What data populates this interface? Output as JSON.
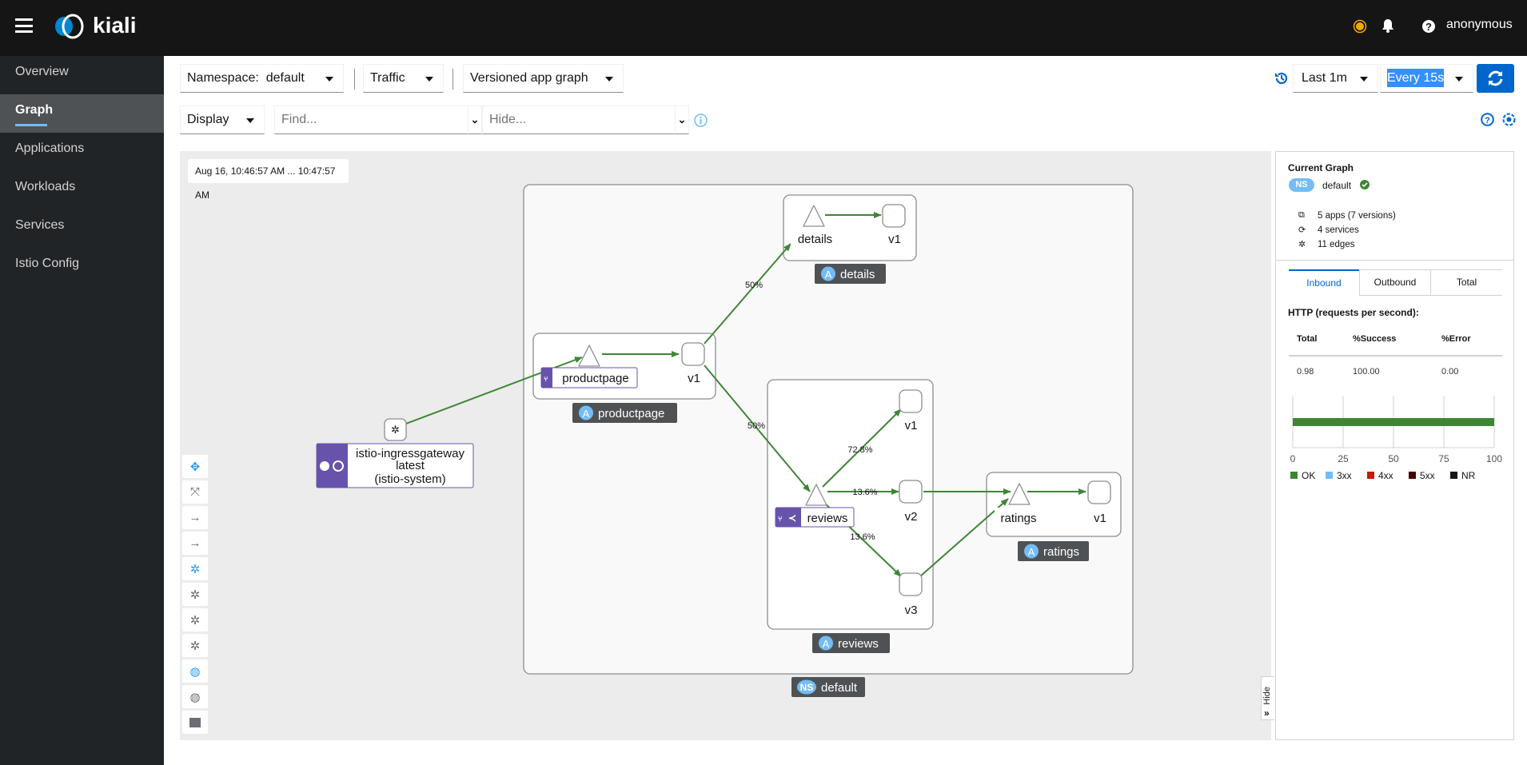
{
  "header": {
    "logo": "kiali",
    "user": "anonymous",
    "icons": [
      "menu-icon",
      "status-icon",
      "bell-icon",
      "help-icon"
    ]
  },
  "sidebar": {
    "items": [
      {
        "label": "Overview"
      },
      {
        "label": "Graph",
        "active": true
      },
      {
        "label": "Applications"
      },
      {
        "label": "Workloads"
      },
      {
        "label": "Services"
      },
      {
        "label": "Istio Config"
      }
    ]
  },
  "toolbar": {
    "namespace_label": "Namespace:",
    "namespace_value": "default",
    "traffic": "Traffic",
    "graph_type": "Versioned app graph",
    "display": "Display",
    "find_placeholder": "Find...",
    "hide_placeholder": "Hide...",
    "duration": "Last 1m",
    "refresh": "Every 15s"
  },
  "graph": {
    "timestamp": "Aug 16, 10:46:57 AM ... 10:47:57 AM",
    "namespace_box": {
      "badge": "NS",
      "label": "default"
    },
    "apps": {
      "details": {
        "badge": "A",
        "label": "details"
      },
      "productpage": {
        "badge": "A",
        "label": "productpage"
      },
      "reviews": {
        "badge": "A",
        "label": "reviews"
      },
      "ratings": {
        "badge": "A",
        "label": "ratings"
      }
    },
    "nodes": {
      "details_svc": "details",
      "details_v1": "v1",
      "productpage_svc": "productpage",
      "productpage_v1": "v1",
      "reviews_svc": "reviews",
      "reviews_v1": "v1",
      "reviews_v2": "v2",
      "reviews_v3": "v3",
      "ratings_svc": "ratings",
      "ratings_v1": "v1",
      "ingress_line1": "istio-ingressgateway",
      "ingress_line2": "latest",
      "ingress_line3": "(istio-system)"
    },
    "edges": {
      "pp_details": "50%",
      "pp_reviews": "50%",
      "reviews_v1": "72.8%",
      "reviews_v2": "13.6%",
      "reviews_v3": "13.6%"
    },
    "edge_color": "#3e8635",
    "hide_label": "Hide"
  },
  "panel": {
    "title": "Current Graph",
    "ns_badge": "NS",
    "ns_name": "default",
    "apps": "5 apps (7 versions)",
    "services": "4 services",
    "edges": "11 edges",
    "tabs": [
      {
        "label": "Inbound",
        "active": true
      },
      {
        "label": "Outbound"
      },
      {
        "label": "Total"
      }
    ],
    "http_title": "HTTP (requests per second):",
    "columns": [
      "Total",
      "%Success",
      "%Error"
    ],
    "values": [
      "0.98",
      "100.00",
      "0.00"
    ],
    "chart_data": {
      "type": "bar",
      "orientation": "horizontal",
      "ticks": [
        "0",
        "25",
        "50",
        "75",
        "100"
      ],
      "series": [
        {
          "name": "OK",
          "values": [
            100
          ],
          "color": "#3e8635"
        }
      ],
      "xlim": [
        0,
        100
      ]
    },
    "legend": [
      {
        "label": "OK",
        "color": "#3e8635"
      },
      {
        "label": "3xx",
        "color": "#73bcf7"
      },
      {
        "label": "4xx",
        "color": "#c9190b"
      },
      {
        "label": "5xx",
        "color": "#470000"
      },
      {
        "label": "NR",
        "color": "#151515"
      }
    ]
  }
}
